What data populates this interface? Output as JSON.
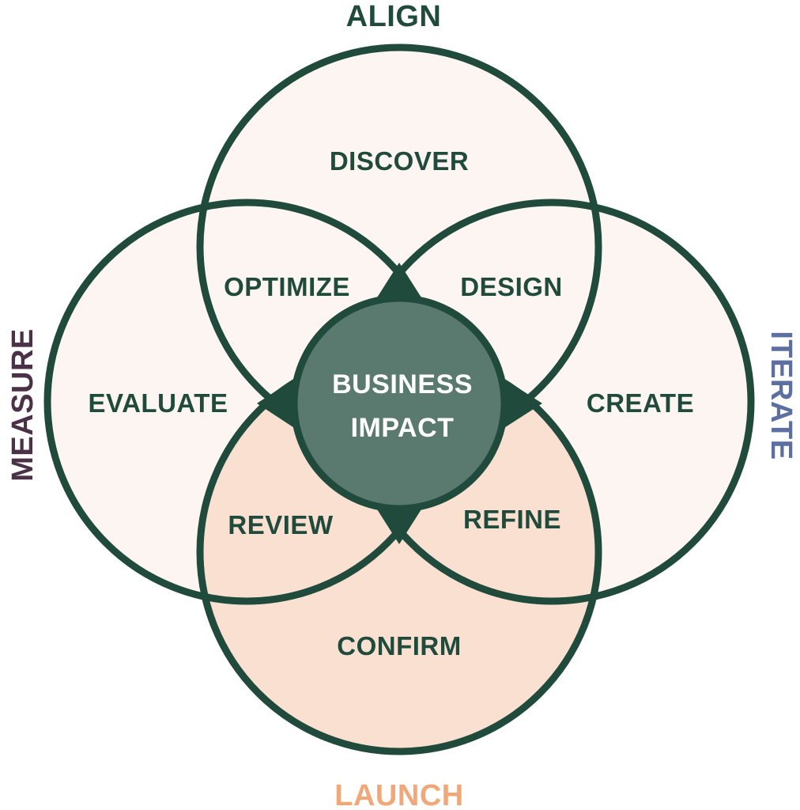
{
  "outer_labels": {
    "top": "ALIGN",
    "left": "MEASURE",
    "right": "ITERATE",
    "bottom": "LAUNCH"
  },
  "regions": {
    "top": "DISCOVER",
    "top_left": "OPTIMIZE",
    "top_right": "DESIGN",
    "left": "EVALUATE",
    "right": "CREATE",
    "bottom_left": "REVIEW",
    "bottom_right": "REFINE",
    "bottom": "CONFIRM"
  },
  "center": {
    "line1": "BUSINESS",
    "line2": "IMPACT"
  },
  "colors": {
    "outline": "#1f4a3c",
    "light_fill": "#fdf5f1",
    "peach_fill": "#f9e0d0",
    "center_fill": "#5a7a70",
    "align": "#1f4a3c",
    "measure": "#4a3148",
    "iterate": "#5c6fa0",
    "launch": "#f0a878"
  }
}
